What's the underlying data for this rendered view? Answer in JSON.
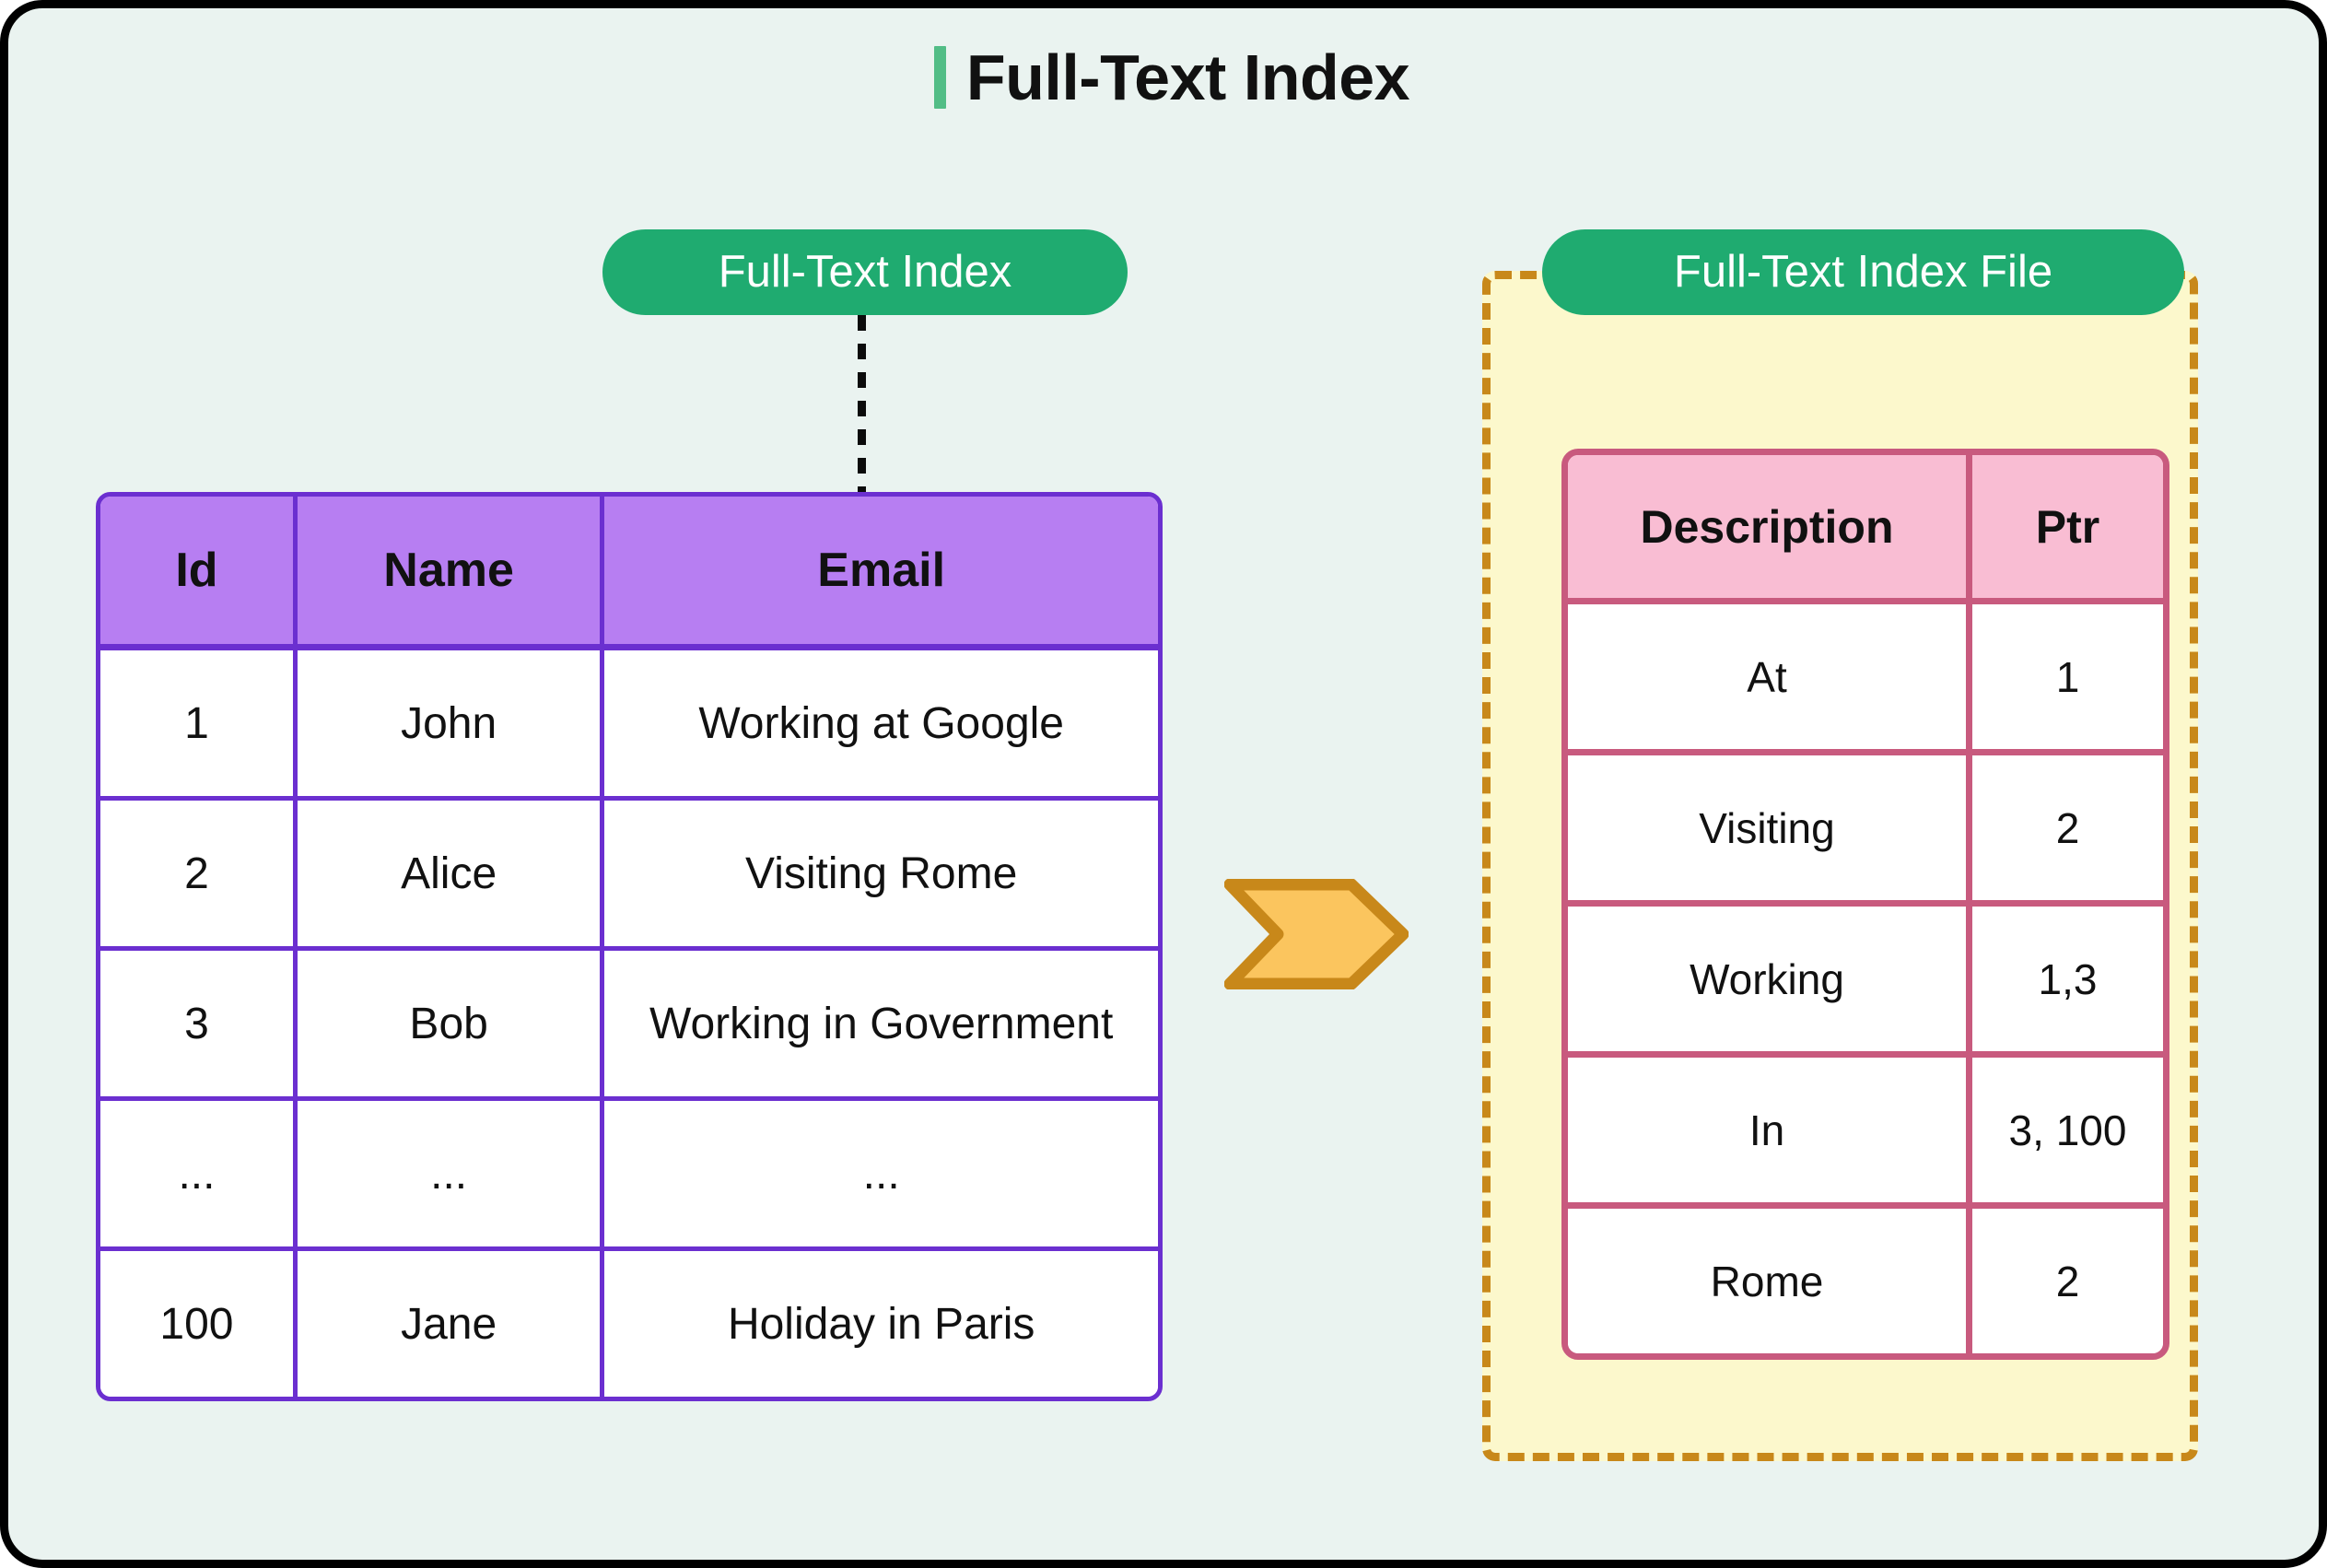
{
  "page": {
    "title": "Full-Text Index",
    "accent_bar_color": "#52bd86",
    "background_color": "#eaf3f0",
    "border_color": "#000000"
  },
  "badges": {
    "left": "Full-Text Index",
    "right": "Full-Text Index File",
    "color": "#1fab70",
    "text_color": "#ffffff"
  },
  "source_table": {
    "name": "Full-Text Index",
    "header_color": "#b77ef2",
    "border_color": "#6b2fd0",
    "columns": [
      "Id",
      "Name",
      "Email"
    ],
    "rows": [
      [
        "1",
        "John",
        "Working at Google"
      ],
      [
        "2",
        "Alice",
        "Visiting Rome"
      ],
      [
        "3",
        "Bob",
        "Working in Government"
      ],
      [
        "...",
        "...",
        "..."
      ],
      [
        "100",
        "Jane",
        "Holiday in Paris"
      ]
    ]
  },
  "index_file": {
    "name": "Full-Text Index File",
    "panel_fill": "#fcf8cc",
    "panel_border": "#c8881a",
    "header_color": "#f9bdd3",
    "border_color": "#c85a7e",
    "columns": [
      "Description",
      "Ptr"
    ],
    "rows": [
      [
        "At",
        "1"
      ],
      [
        "Visiting",
        "2"
      ],
      [
        "Working",
        "1,3"
      ],
      [
        "In",
        "3, 100"
      ],
      [
        "Rome",
        "2"
      ]
    ]
  },
  "arrow": {
    "icon": "chevron-right-arrow",
    "fill": "#fbc55e",
    "stroke": "#c8881a"
  },
  "connector": {
    "icon": "dotted-vertical-line",
    "color": "#0b0b0b"
  }
}
